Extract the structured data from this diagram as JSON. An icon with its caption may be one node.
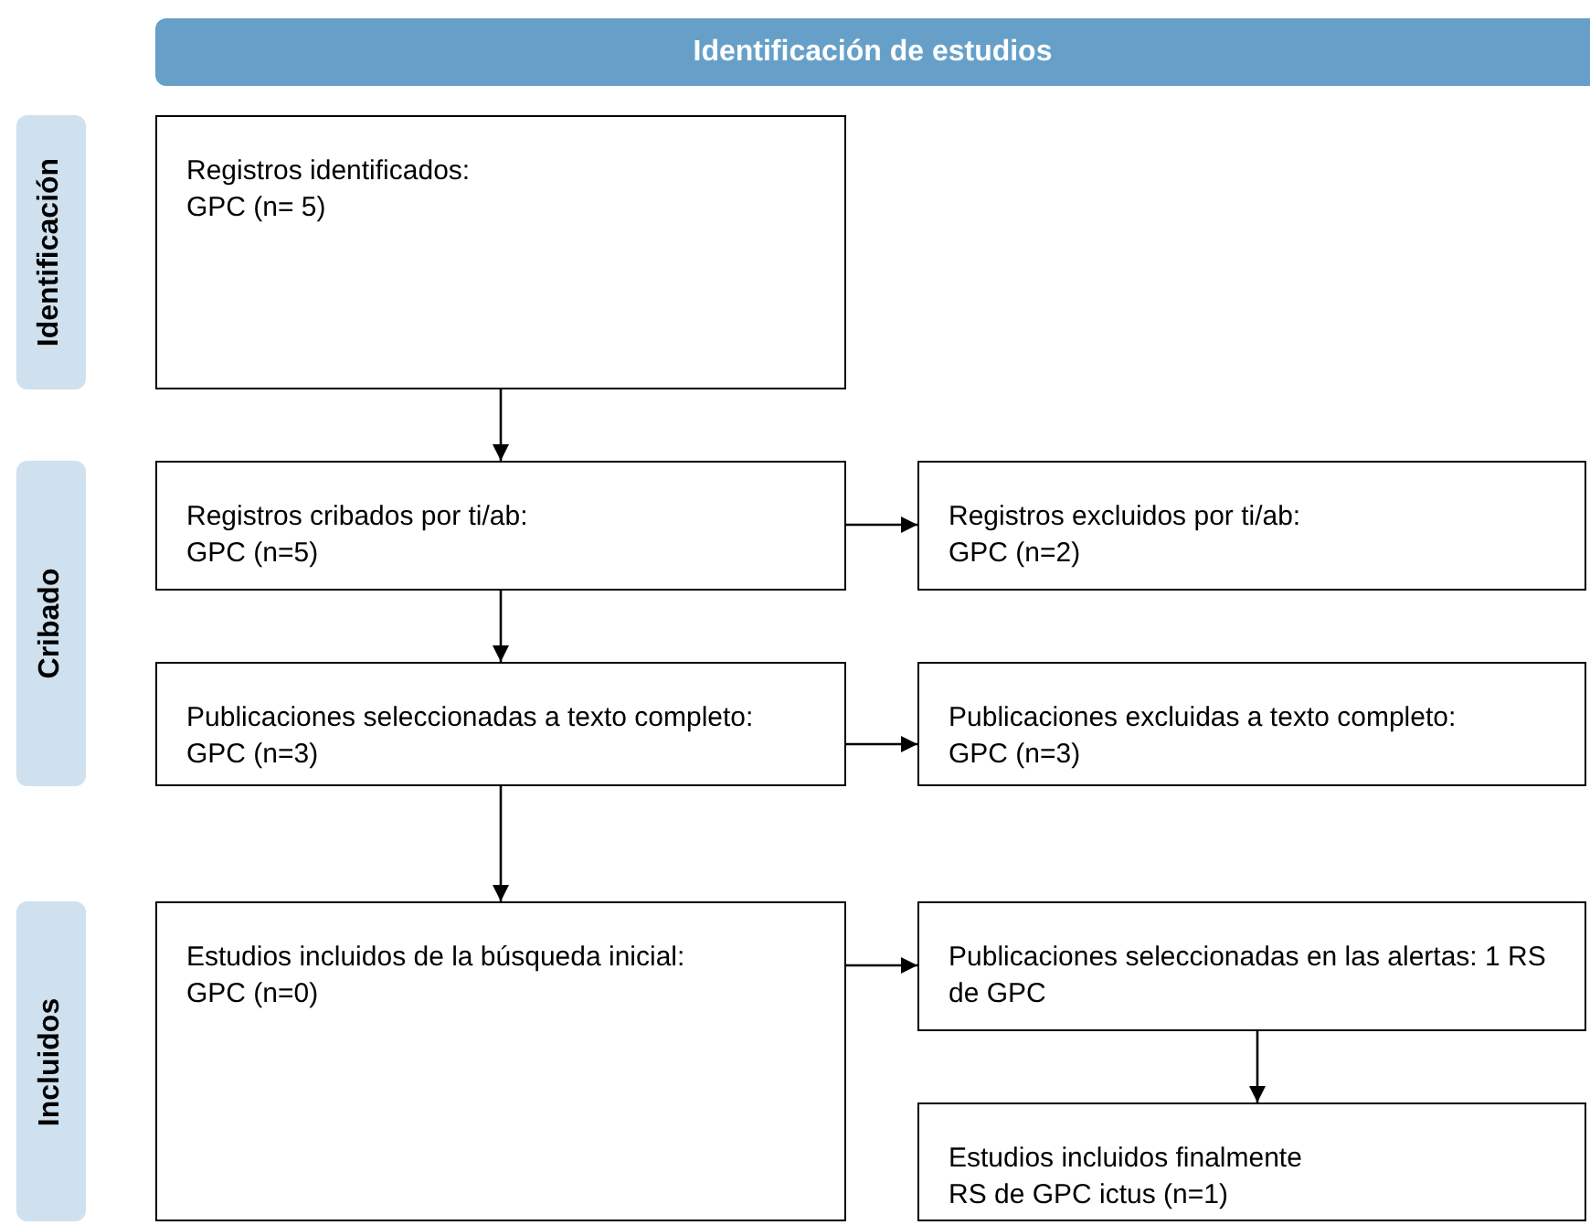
{
  "diagram": {
    "nodes": [
      {
        "text": [
          "Identificación de estudios"
        ]
      },
      {
        "text": [
          "Identificación"
        ]
      },
      {
        "text": [
          "Registros identificados:",
          "GPC (n= 5)"
        ]
      },
      {
        "text": [
          "Cribado"
        ]
      },
      {
        "text": [
          "Registros cribados por ti/ab:",
          "GPC (n=5)"
        ]
      },
      {
        "text": [
          "Registros excluidos por ti/ab:",
          "GPC (n=2)"
        ]
      },
      {
        "text": [
          "Publicaciones seleccionadas a texto completo:",
          "GPC (n=3)"
        ]
      },
      {
        "text": [
          "Publicaciones excluidas a texto completo:",
          "GPC (n=3)"
        ]
      },
      {
        "text": [
          "Incluidos"
        ]
      },
      {
        "text": [
          "Estudios incluidos de la búsqueda inicial:",
          "GPC (n=0)"
        ]
      },
      {
        "text": [
          "Publicaciones seleccionadas en las alertas: 1 RS de GPC"
        ]
      },
      {
        "text": [
          "Estudios incluidos finalmente",
          "RS de GPC ictus (n=1)"
        ]
      }
    ],
    "edges": [
      {
        "from": 2,
        "to": 4,
        "arrow": "to"
      },
      {
        "from": 4,
        "to": 5,
        "arrow": "to"
      },
      {
        "from": 4,
        "to": 6,
        "arrow": "to"
      },
      {
        "from": 6,
        "to": 7,
        "arrow": "to"
      },
      {
        "from": 6,
        "to": 9,
        "arrow": "to"
      },
      {
        "from": 9,
        "to": 10,
        "arrow": "to"
      },
      {
        "from": 10,
        "to": 11,
        "arrow": "to"
      }
    ]
  }
}
